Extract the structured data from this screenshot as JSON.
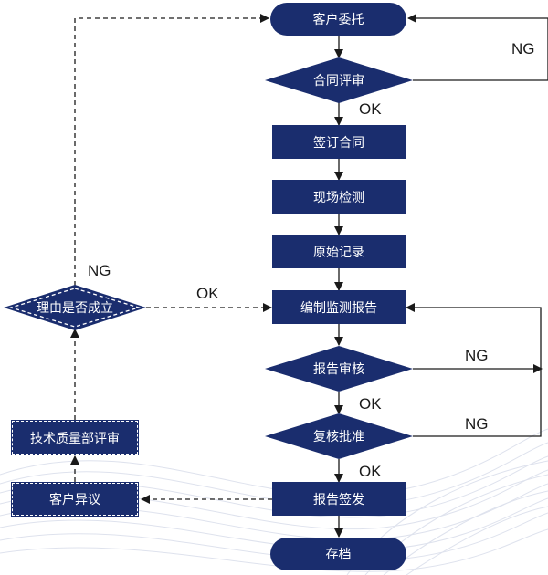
{
  "colors": {
    "node_fill": "#1a2d6e",
    "line": "#1a1a1a",
    "label_text": "#1a1a1a",
    "node_text": "#ffffff"
  },
  "nodes": {
    "client_commission": "客户委托",
    "contract_review": "合同评审",
    "sign_contract": "签订合同",
    "site_inspection": "现场检测",
    "original_record": "原始记录",
    "compile_report": "编制监测报告",
    "report_review": "报告审核",
    "review_approval": "复核批准",
    "report_issue": "报告签发",
    "archive": "存档",
    "reason_valid": "理由是否成立",
    "technical_review": "技术质量部评审",
    "client_objection": "客户异议"
  },
  "labels": {
    "ok_contract": "OK",
    "ng_contract": "NG",
    "ok_reason": "OK",
    "ng_reason": "NG",
    "ng_report_review": "NG",
    "ok_report_review": "OK",
    "ng_approval": "NG",
    "ok_approval": "OK"
  }
}
